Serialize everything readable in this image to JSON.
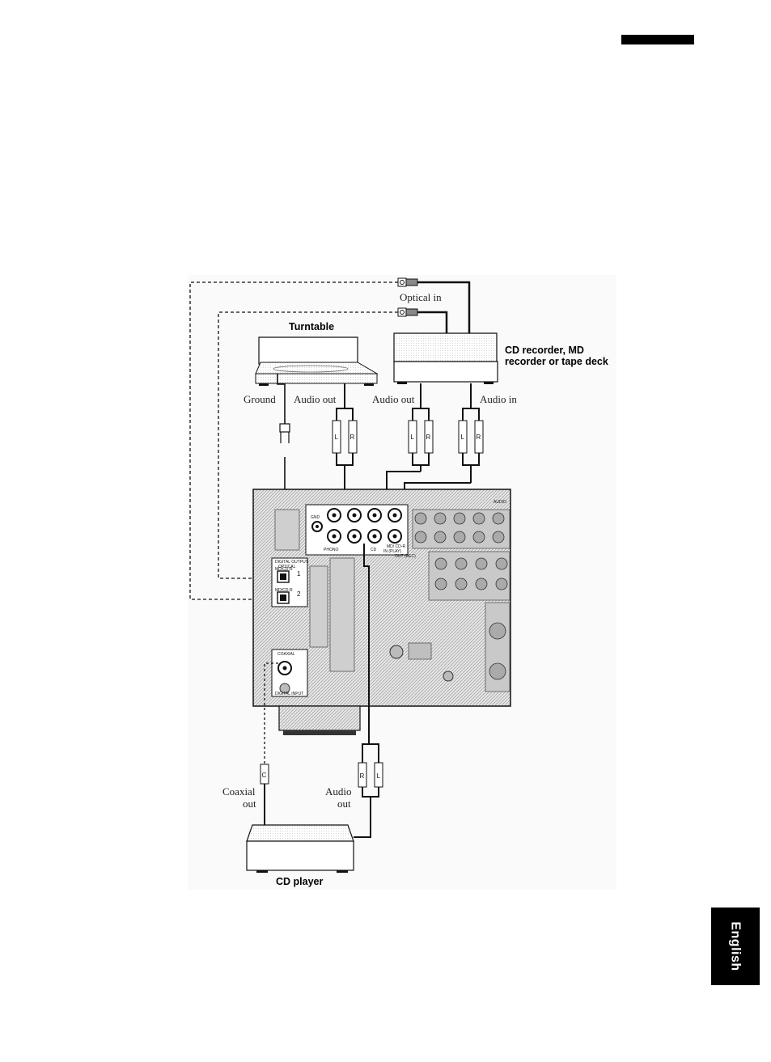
{
  "page": {
    "language_tab": "English"
  },
  "diagram": {
    "devices": {
      "turntable": "Turntable",
      "recorder_line1": "CD recorder, MD",
      "recorder_line2": "recorder or tape deck",
      "cd_player": "CD player"
    },
    "labels": {
      "optical_in": "Optical in",
      "ground": "Ground",
      "audio_out_turntable": "Audio out",
      "audio_out_recorder": "Audio out",
      "audio_in": "Audio in",
      "coaxial_out_1": "Coaxial",
      "coaxial_out_2": "out",
      "cd_audio_out_1": "Audio",
      "cd_audio_out_2": "out"
    },
    "plug_letters": {
      "left": "L",
      "right": "R",
      "coaxial": "C"
    },
    "receiver_panel": {
      "audio": "AUDIO",
      "gnd": "GND",
      "phono": "PHONO",
      "cd": "CD",
      "in_play": "IN (PLAY)",
      "md_cdr": "MD/ CD-R",
      "out_rec": "OUT (REC)",
      "digital_output": "DIGITAL OUTPUT",
      "optical": "OPTICAL",
      "md_cdr_1": "MD/CD-R",
      "md_cdr_2": "MD/CD-R",
      "coaxial": "COAXIAL",
      "digital_input": "DIGITAL INPUT",
      "num_1": "1",
      "num_2": "2"
    }
  },
  "colors": {
    "line": "#111111",
    "panel_fill": "#d9d9d9",
    "tab_bg": "#000000",
    "tab_text": "#ffffff"
  }
}
